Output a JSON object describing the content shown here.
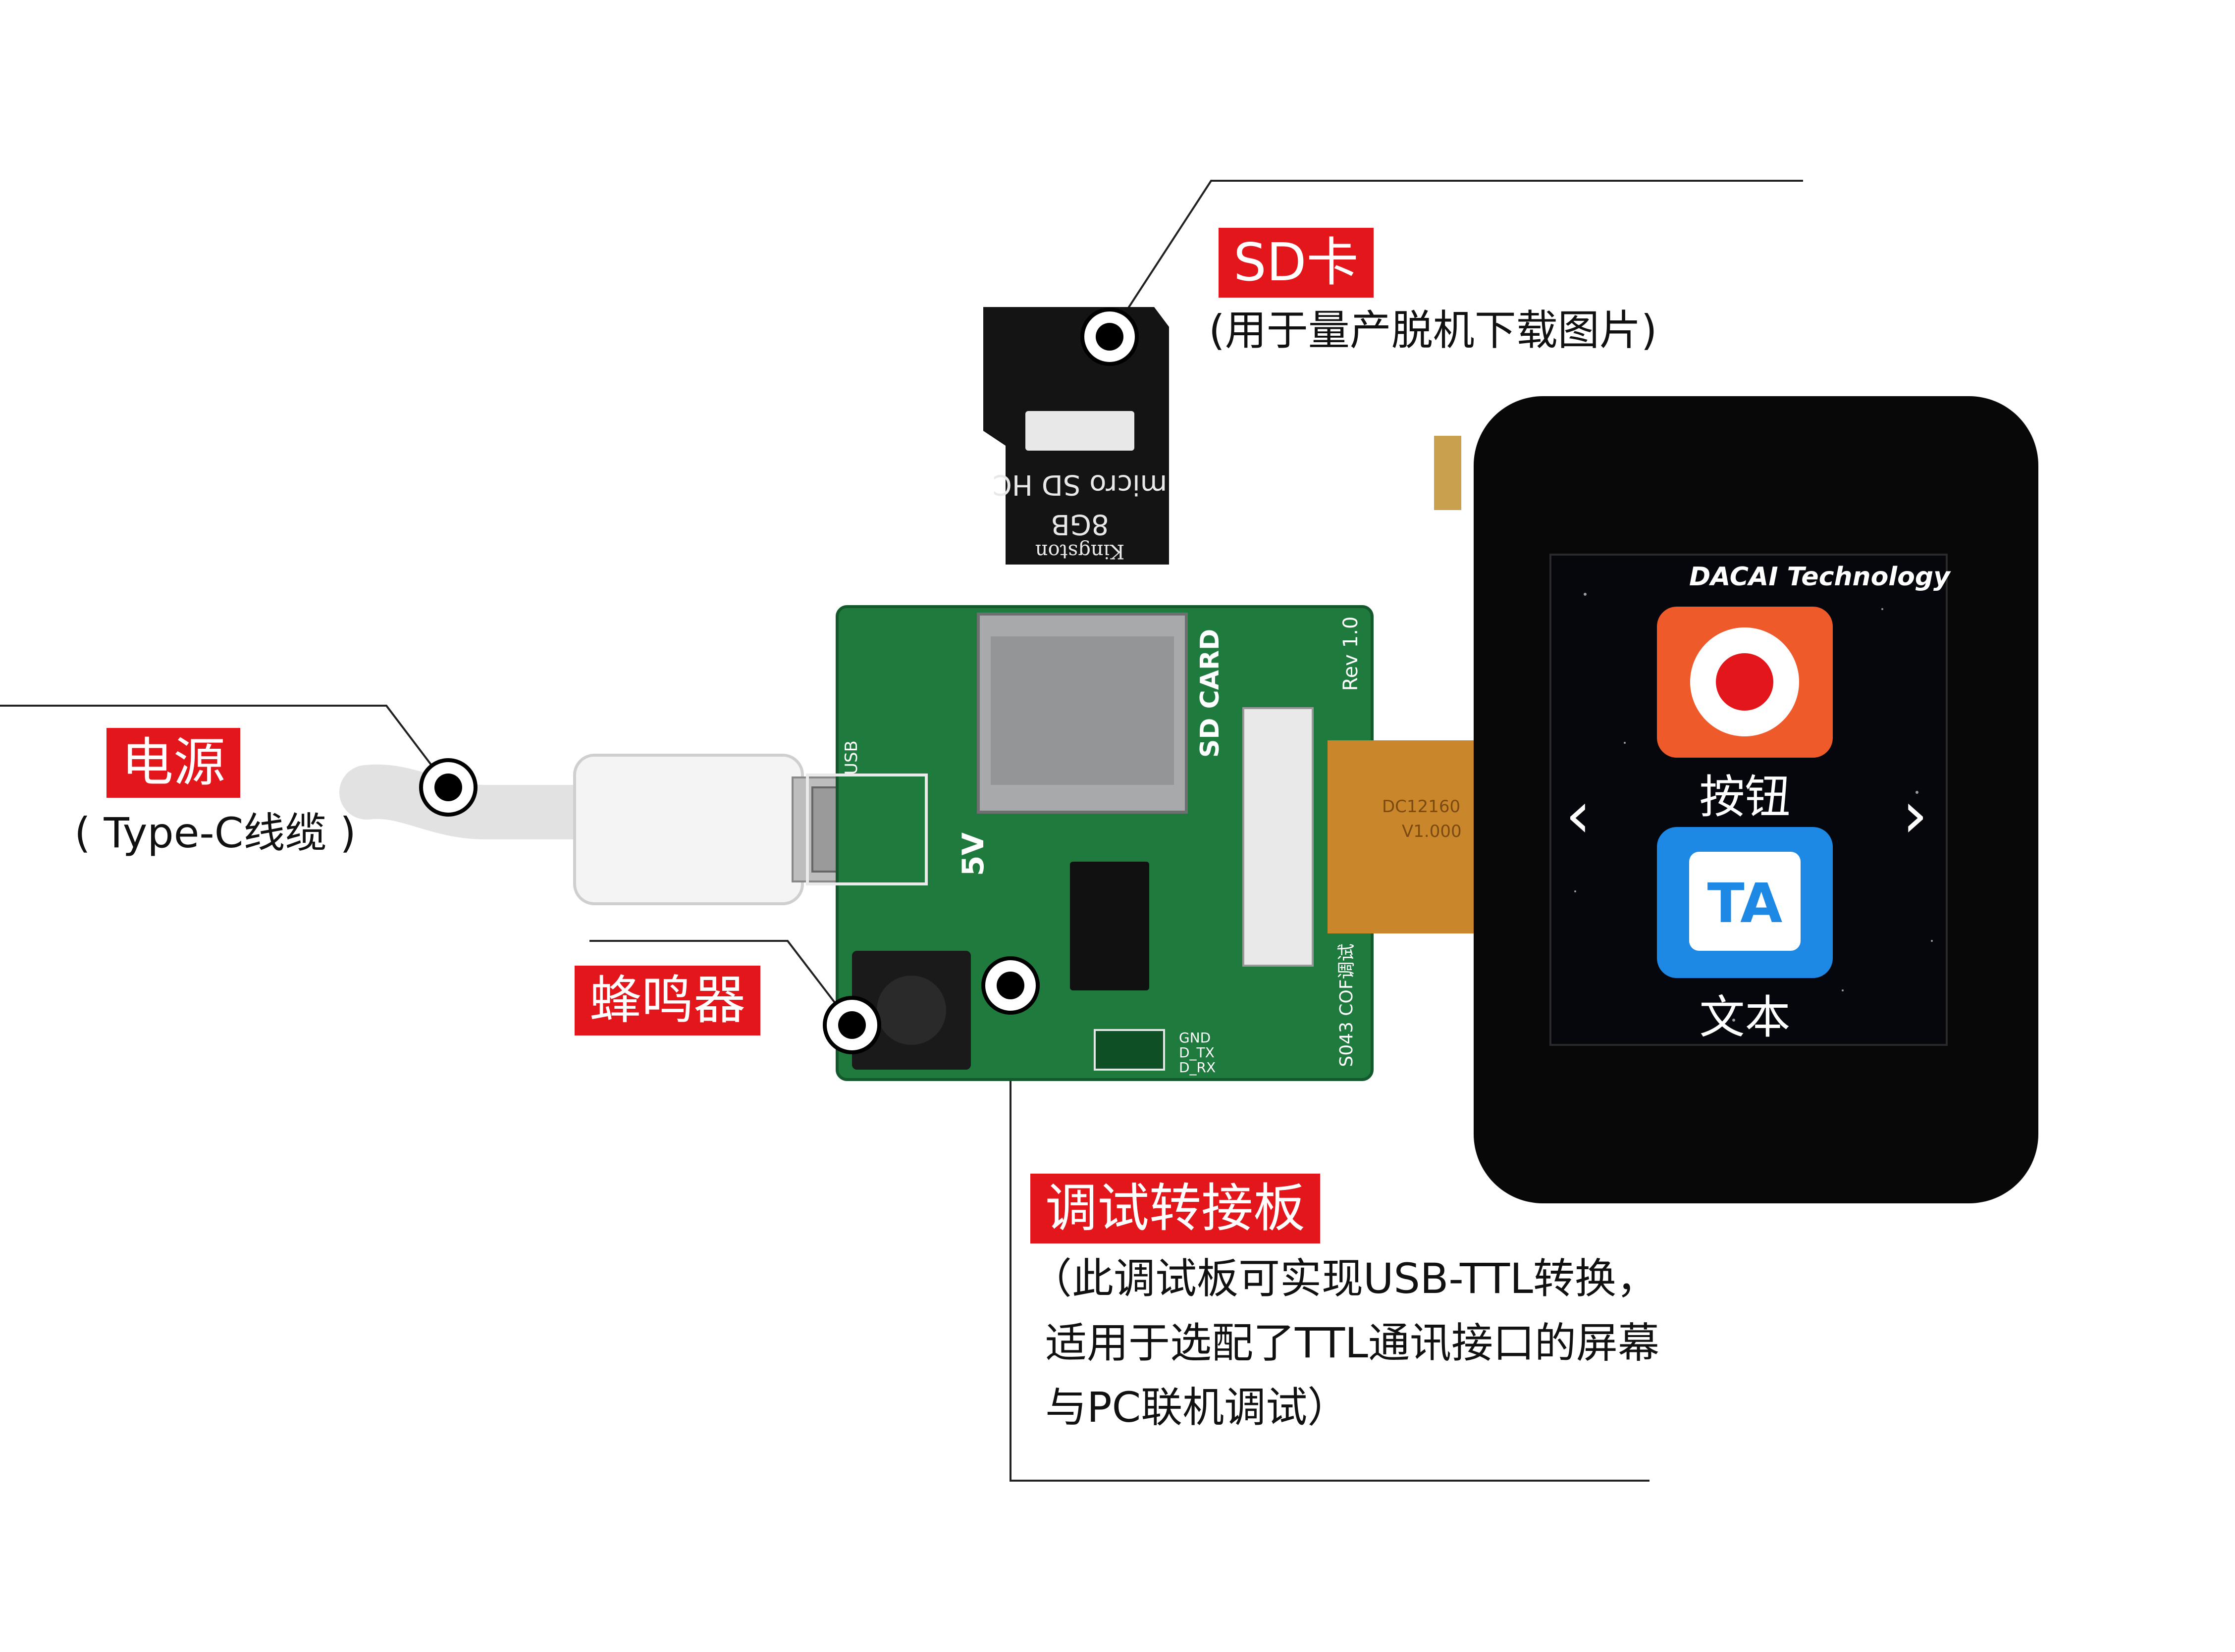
{
  "callouts": {
    "sd_card": {
      "title": "SD卡",
      "note": "(用于量产脱机下载图片)"
    },
    "power": {
      "title": "电源",
      "note": "( Type-C线缆 )"
    },
    "buzzer": {
      "title": "蜂鸣器"
    },
    "debug_board": {
      "title": "调试转接板",
      "note_lines": [
        "（此调试板可实现USB-TTL转换，",
        "适用于选配了TTL通讯接口的屏幕",
        "与PC联机调试）"
      ]
    }
  },
  "sd_card_print": {
    "brand": "Kingston",
    "capacity": "8GB",
    "type": "micro SD HC"
  },
  "pcb_silkscreen": {
    "sd_card": "SD CARD",
    "rev": "Rev 1.0",
    "usb": "USB",
    "voltage": "5V",
    "model": "S043 COF调试",
    "pins": [
      "GND",
      "D_TX",
      "D_RX"
    ],
    "flex_marking": [
      "DC12160",
      "V1.000"
    ]
  },
  "display": {
    "brand": "DACAI Technology",
    "buttons": [
      {
        "label": "按钮",
        "icon": "record-icon",
        "color": "#ee5a2a"
      },
      {
        "label": "文本",
        "icon": "text-icon",
        "glyph": "TA",
        "color": "#1e88e5"
      }
    ],
    "prev_arrow": "‹",
    "next_arrow": "›"
  },
  "colors": {
    "accent": "#e2161b",
    "pcb": "#1f7a3e",
    "screen_bezel": "#080808"
  }
}
